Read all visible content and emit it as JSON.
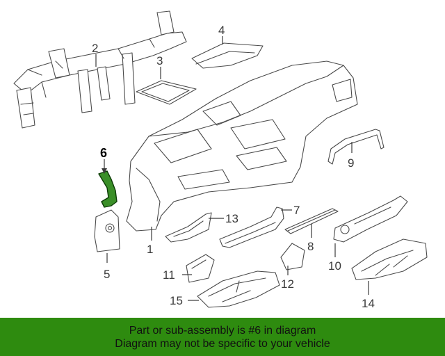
{
  "callouts": [
    {
      "number": "1"
    },
    {
      "number": "2"
    },
    {
      "number": "3"
    },
    {
      "number": "4"
    },
    {
      "number": "5"
    },
    {
      "number": "6"
    },
    {
      "number": "7"
    },
    {
      "number": "8"
    },
    {
      "number": "9"
    },
    {
      "number": "10"
    },
    {
      "number": "11"
    },
    {
      "number": "12"
    },
    {
      "number": "13"
    },
    {
      "number": "14"
    },
    {
      "number": "15"
    }
  ],
  "highlighted_part": "6",
  "colors": {
    "banner": "#2e8b0f",
    "highlight": "#3a8f28"
  },
  "banner": {
    "line1": "Part or sub-assembly is #6 in diagram",
    "line2": "Diagram may not be specific to your vehicle"
  }
}
